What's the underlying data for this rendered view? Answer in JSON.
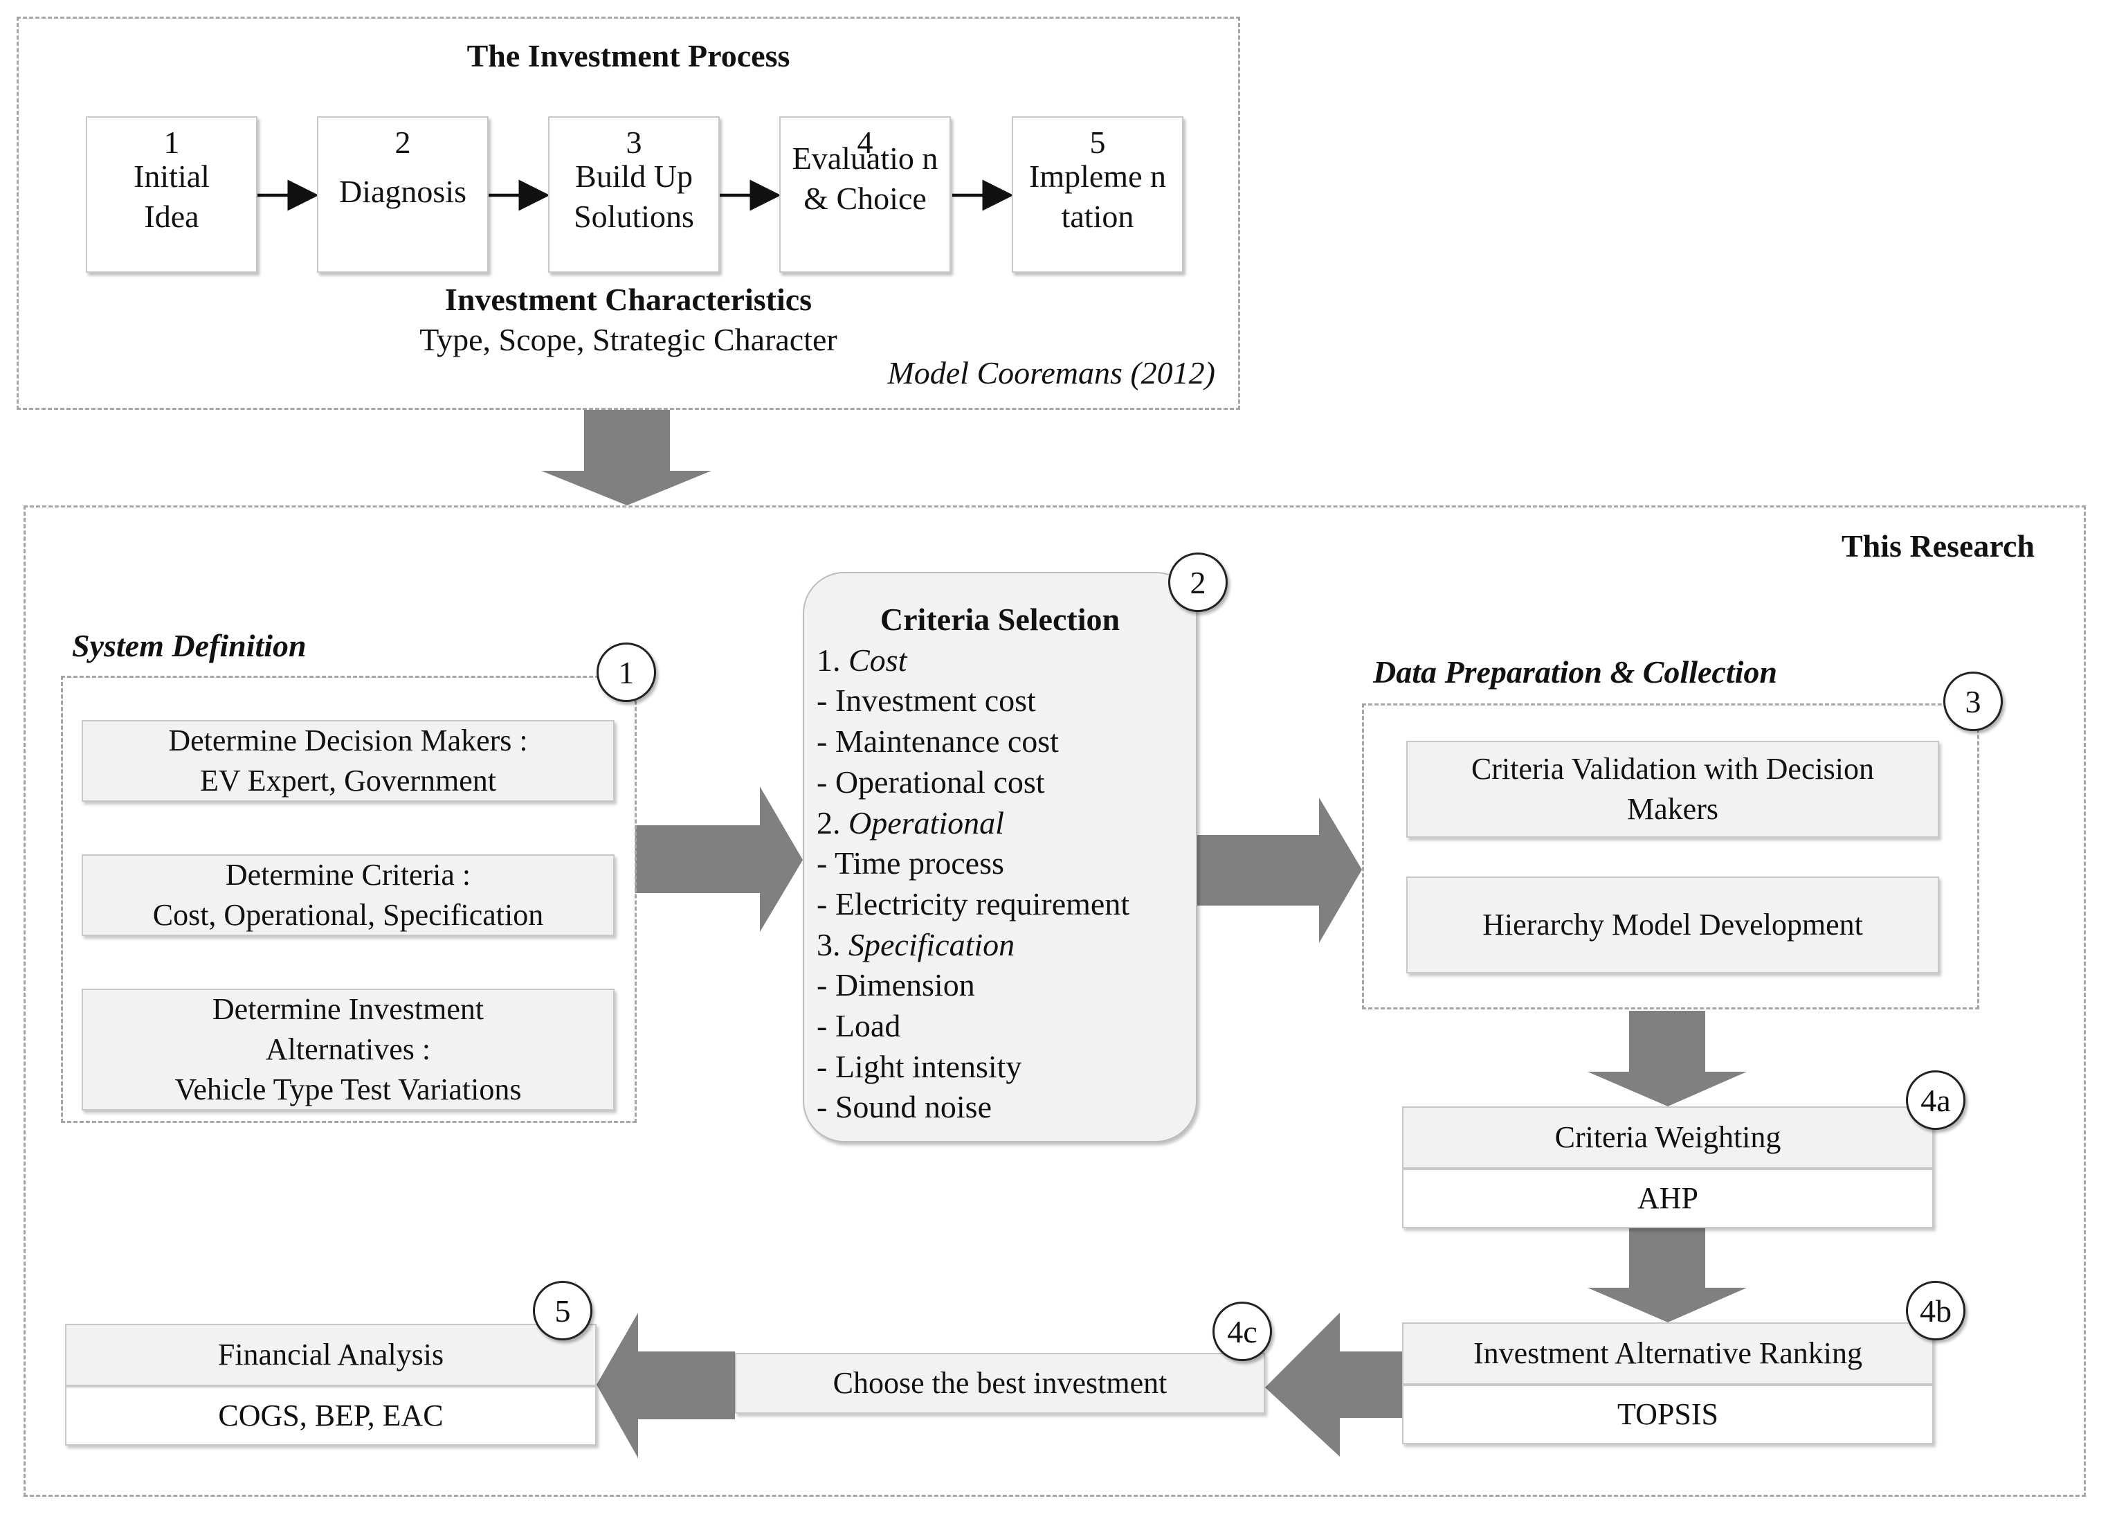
{
  "investment_process": {
    "title": "The Investment Process",
    "steps": [
      {
        "num": "1",
        "label": "Initial Idea"
      },
      {
        "num": "2",
        "label": "Diagnosis"
      },
      {
        "num": "3",
        "label": "Build Up Solutions"
      },
      {
        "num": "4",
        "label": "Evaluatio n & Choice"
      },
      {
        "num": "5",
        "label": "Impleme ntation"
      }
    ],
    "characteristics_title": "Investment Characteristics",
    "characteristics_text": "Type, Scope, Strategic Character",
    "source": "Model Cooremans (2012)"
  },
  "research": {
    "label": "This Research",
    "system_definition": {
      "title": "System Definition",
      "badge": "1",
      "items": [
        {
          "line1": "Determine Decision Makers :",
          "line2": "EV Expert, Government"
        },
        {
          "line1": "Determine Criteria :",
          "line2": "Cost, Operational, Specification"
        },
        {
          "line1": "Determine Investment",
          "line2": "Alternatives :",
          "line3": "Vehicle Type Test Variations"
        }
      ]
    },
    "criteria_selection": {
      "title": "Criteria Selection",
      "badge": "2",
      "groups": [
        {
          "num": "1.",
          "name": "Cost",
          "items": [
            "- Investment cost",
            "- Maintenance cost",
            "- Operational cost"
          ]
        },
        {
          "num": "2.",
          "name": "Operational",
          "items": [
            "- Time process",
            "- Electricity requirement"
          ]
        },
        {
          "num": "3.",
          "name": "Specification",
          "items": [
            "- Dimension",
            "- Load",
            "- Light intensity",
            "- Sound noise"
          ]
        }
      ]
    },
    "data_preparation": {
      "title": "Data Preparation & Collection",
      "badge": "3",
      "items": [
        {
          "line1": "Criteria Validation with Decision",
          "line2": "Makers"
        },
        {
          "line1": "Hierarchy Model Development"
        }
      ]
    },
    "criteria_weighting": {
      "badge": "4a",
      "title": "Criteria Weighting",
      "method": "AHP"
    },
    "alternative_ranking": {
      "badge": "4b",
      "title": "Investment Alternative Ranking",
      "method": "TOPSIS"
    },
    "choose_best": {
      "badge": "4c",
      "title": "Choose the best investment"
    },
    "financial_analysis": {
      "badge": "5",
      "title": "Financial Analysis",
      "method": "COGS, BEP, EAC"
    }
  }
}
